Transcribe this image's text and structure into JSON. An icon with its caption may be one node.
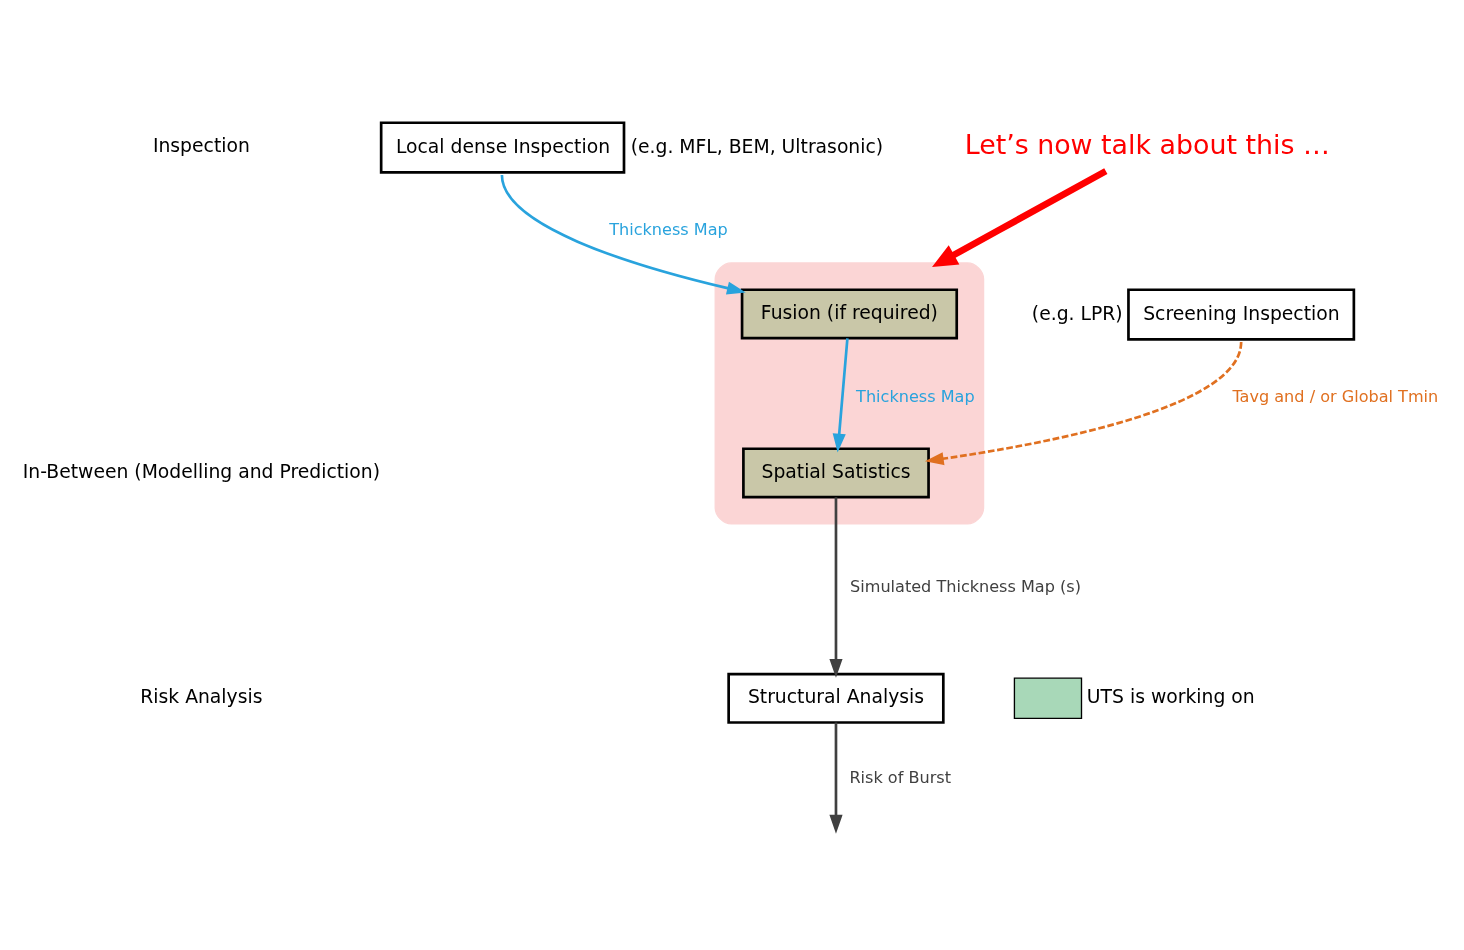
{
  "diagram": {
    "nodes": [
      {
        "text": [
          "Local dense Inspection"
        ],
        "beside": [
          "(e.g. MFL, BEM, Ultrasonic)"
        ]
      },
      {
        "text": [
          "Screening Inspection"
        ],
        "beside": [
          "(e.g. LPR)"
        ]
      },
      {
        "text": [],
        "shape": "ellipse"
      },
      {
        "text": [
          "Fusion (if required)"
        ],
        "in": 2
      },
      {
        "text": [
          "Let’s now talk about this …"
        ]
      },
      {
        "text": [
          "Spatial Satistics"
        ],
        "in": 2
      },
      {
        "text": [
          "Structural Analysis"
        ]
      }
    ],
    "edges": [
      {
        "from": 0,
        "to": 3,
        "arrow": "to",
        "label": "Thickness Map",
        "color": "#29a3dd"
      },
      {
        "from": 3,
        "to": 5,
        "arrow": "to",
        "label": "Thickness Map",
        "color": "#29a3dd"
      },
      {
        "from": 1,
        "to": 5,
        "arrow": "to",
        "label": "Tavg and / or Global Tmin",
        "style": "dashed",
        "color": "#e07020"
      },
      {
        "from": 4,
        "to": 2,
        "arrow": "to",
        "style": "thick",
        "color": "#ff0000"
      },
      {
        "from": 5,
        "to": 6,
        "arrow": "to",
        "label": "Simulated Thickness Map (s)",
        "color": "#404040"
      },
      {
        "from": 6,
        "to": null,
        "arrow": "to",
        "label": "Risk of Burst",
        "color": "#404040"
      }
    ],
    "labels": [
      "Inspection",
      "In-Between (Modelling and Prediction)",
      "Risk Analysis"
    ],
    "legend": [
      {
        "text": "UTS is working on",
        "color": "#a8d8b8"
      }
    ]
  }
}
